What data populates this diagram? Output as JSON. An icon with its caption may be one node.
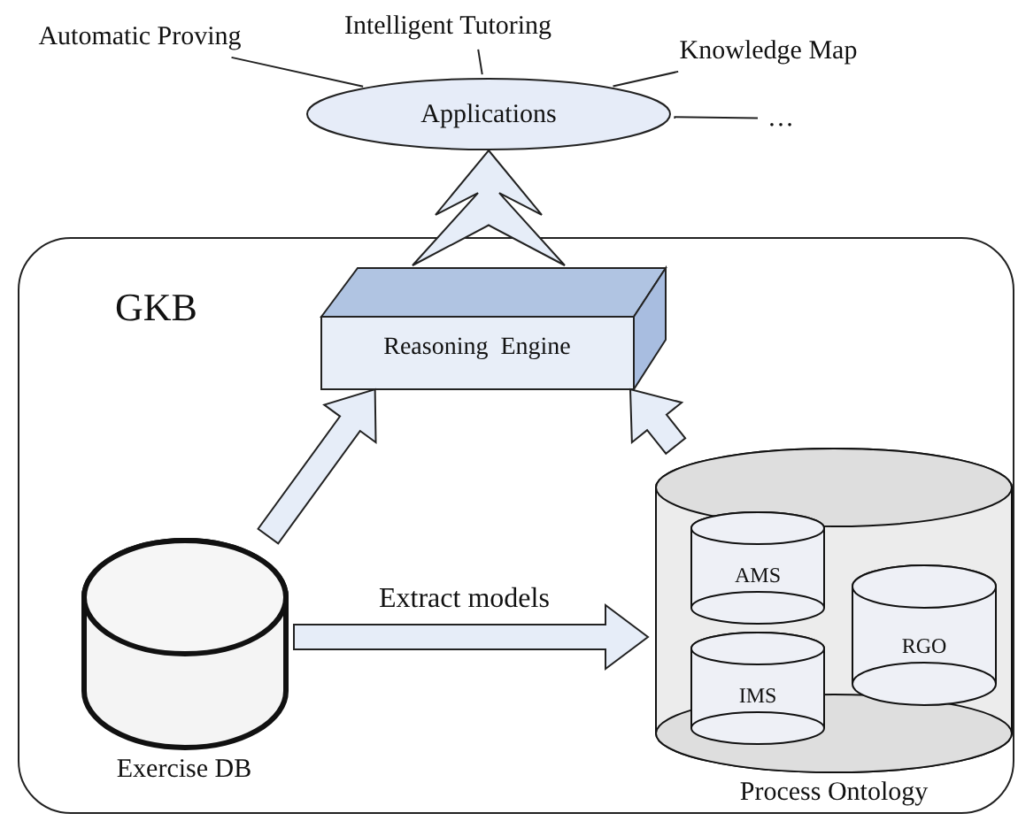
{
  "diagram": {
    "nodes": [
      {
        "text": [
          "Applications"
        ]
      },
      {
        "text": [
          "Automatic Proving"
        ]
      },
      {
        "text": [
          "Intelligent Tutoring"
        ]
      },
      {
        "text": [
          "Knowledge Map"
        ]
      },
      {
        "text": [
          "…"
        ]
      },
      {
        "text": [
          "GKB"
        ]
      },
      {
        "text": [
          "Reasoning  Engine"
        ],
        "in": 5
      },
      {
        "text": [
          "Exercise DB"
        ],
        "in": 5
      },
      {
        "text": [
          "Process Ontology"
        ],
        "in": 5
      },
      {
        "text": [
          "AMS"
        ],
        "in": 8
      },
      {
        "text": [
          "RGO"
        ],
        "in": 8
      },
      {
        "text": [
          "IMS"
        ],
        "in": 8
      }
    ],
    "edges": [
      {
        "from": 1,
        "to": 0,
        "arrow": "none"
      },
      {
        "from": 2,
        "to": 0,
        "arrow": "none"
      },
      {
        "from": 3,
        "to": 0,
        "arrow": "none"
      },
      {
        "from": 4,
        "to": 0,
        "arrow": "none"
      },
      {
        "from": 6,
        "to": 0,
        "arrow": "to",
        "style": "thick"
      },
      {
        "from": 7,
        "to": 6,
        "arrow": "to",
        "style": "thick"
      },
      {
        "from": 8,
        "to": 6,
        "arrow": "to",
        "style": "thick"
      },
      {
        "from": 7,
        "to": 8,
        "arrow": "to",
        "style": "thick",
        "label": "Extract models"
      }
    ]
  }
}
